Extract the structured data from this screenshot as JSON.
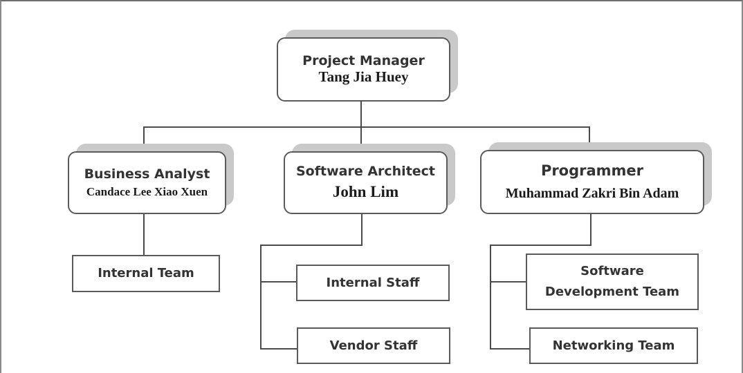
{
  "manager": {
    "role": "Project Manager",
    "name": "Tang Jia Huey"
  },
  "analyst": {
    "role": "Business Analyst",
    "name": "Candace Lee Xiao Xuen"
  },
  "architect": {
    "role": "Software Architect",
    "name": "John Lim"
  },
  "programmer": {
    "role": "Programmer",
    "name": "Muhammad Zakri Bin Adam"
  },
  "teams": {
    "internal_team": "Internal Team",
    "internal_staff": "Internal Staff",
    "vendor_staff": "Vendor Staff",
    "software_dev_team_line1": "Software",
    "software_dev_team_line2": "Development Team",
    "networking_team": "Networking Team"
  }
}
